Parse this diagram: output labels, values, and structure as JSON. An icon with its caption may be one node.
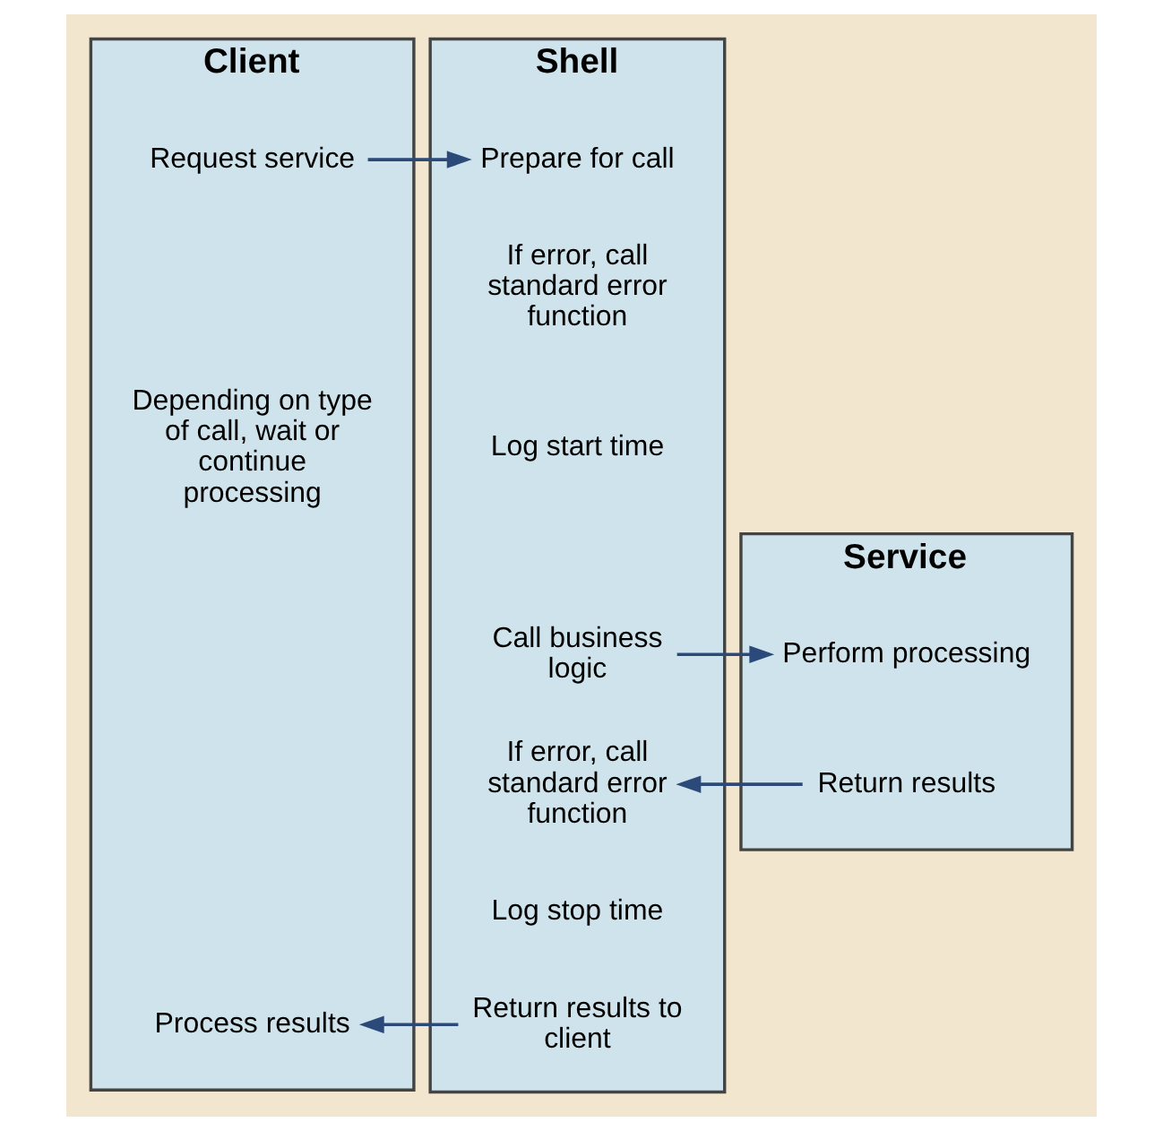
{
  "diagram": {
    "nodes": [
      {
        "text": [
          "Client"
        ]
      },
      {
        "text": [
          "Request service"
        ],
        "in": 0
      },
      {
        "text": [
          "Depending on type of call, wait or continue processing"
        ],
        "in": 0
      },
      {
        "text": [
          "Process results"
        ],
        "in": 0
      },
      {
        "text": [
          "Shell"
        ]
      },
      {
        "text": [
          "Prepare for call"
        ],
        "in": 4
      },
      {
        "text": [
          "If error, call standard error function"
        ],
        "in": 4
      },
      {
        "text": [
          "Log start time"
        ],
        "in": 4
      },
      {
        "text": [
          "Call business logic"
        ],
        "in": 4
      },
      {
        "text": [
          "If error, call standard error function"
        ],
        "in": 4
      },
      {
        "text": [
          "Log stop time"
        ],
        "in": 4
      },
      {
        "text": [
          "Return results to client"
        ],
        "in": 4
      },
      {
        "text": [
          "Service"
        ]
      },
      {
        "text": [
          "Perform processing"
        ],
        "in": 12
      },
      {
        "text": [
          "Return results"
        ],
        "in": 12
      }
    ],
    "edges": [
      {
        "from": 1,
        "to": 5,
        "arrow": "to"
      },
      {
        "from": 8,
        "to": 13,
        "arrow": "to"
      },
      {
        "from": 14,
        "to": 9,
        "arrow": "to"
      },
      {
        "from": 11,
        "to": 3,
        "arrow": "to"
      }
    ]
  }
}
